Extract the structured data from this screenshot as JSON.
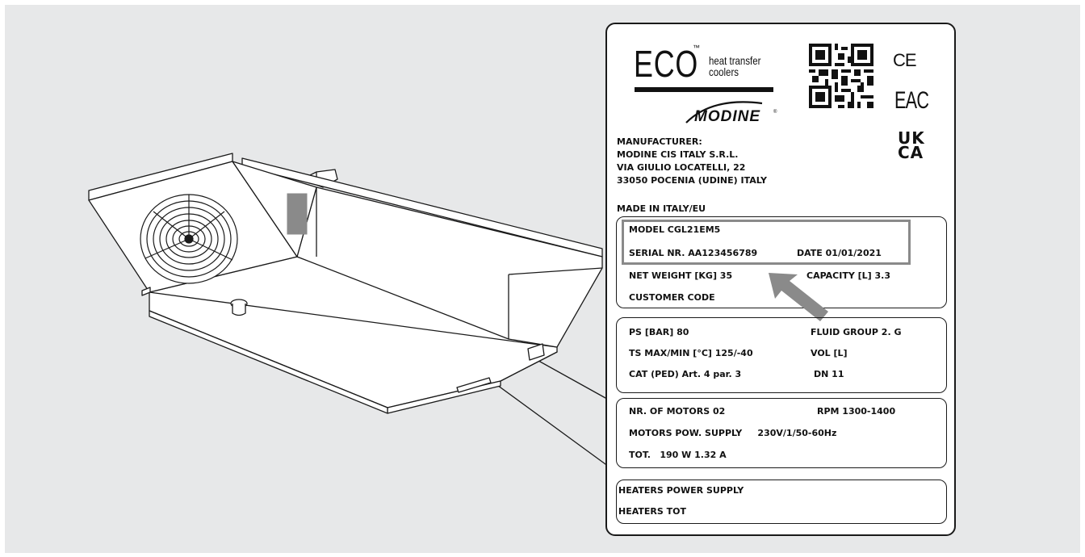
{
  "colors": {
    "background": "#e7e8e9",
    "outline": "#1a1a1a",
    "plate": "#ffffff",
    "highlight": "#8a8a8a"
  },
  "logo": {
    "brand": "ECO",
    "tm": "™",
    "tagline_1": "heat transfer",
    "tagline_2": "coolers",
    "manufacturer_logo": "MODINE",
    "registered": "®"
  },
  "marks": {
    "qr": "qr-code-icon",
    "ce": "CE",
    "eac": "EAC",
    "ukca_1": "UK",
    "ukca_2": "CA"
  },
  "manufacturer": {
    "heading": "MANUFACTURER:",
    "line1": "MODINE CIS ITALY S.R.L.",
    "line2": "VIA GIULIO LOCATELLI, 22",
    "line3": "33050 POCENIA (UDINE) ITALY"
  },
  "made_in": "MADE IN ITALY/EU",
  "identification": {
    "model": "MODEL  CGL21EM5",
    "serial": "SERIAL NR.  AA123456789",
    "date": "DATE  01/01/2021",
    "net_weight": "NET WEIGHT [KG]  35",
    "capacity": "CAPACITY [L]  3.3",
    "customer_code": "CUSTOMER CODE"
  },
  "pressure": {
    "ps": "PS [BAR]  80",
    "fluid_group": "FLUID GROUP  2. G",
    "ts": "TS MAX/MIN [°C]  125/-40",
    "vol": "VOL [L]",
    "cat": "CAT (PED)  Art. 4 par. 3",
    "dn": "DN 11"
  },
  "motors": {
    "count": "NR. OF MOTORS  02",
    "rpm": "RPM 1300-1400",
    "supply": "MOTORS POW. SUPPLY     230V/1/50-60Hz",
    "tot": "TOT.   190 W 1.32 A"
  },
  "heaters": {
    "supply": "HEATERS POWER SUPPLY",
    "tot": "HEATERS TOT"
  }
}
